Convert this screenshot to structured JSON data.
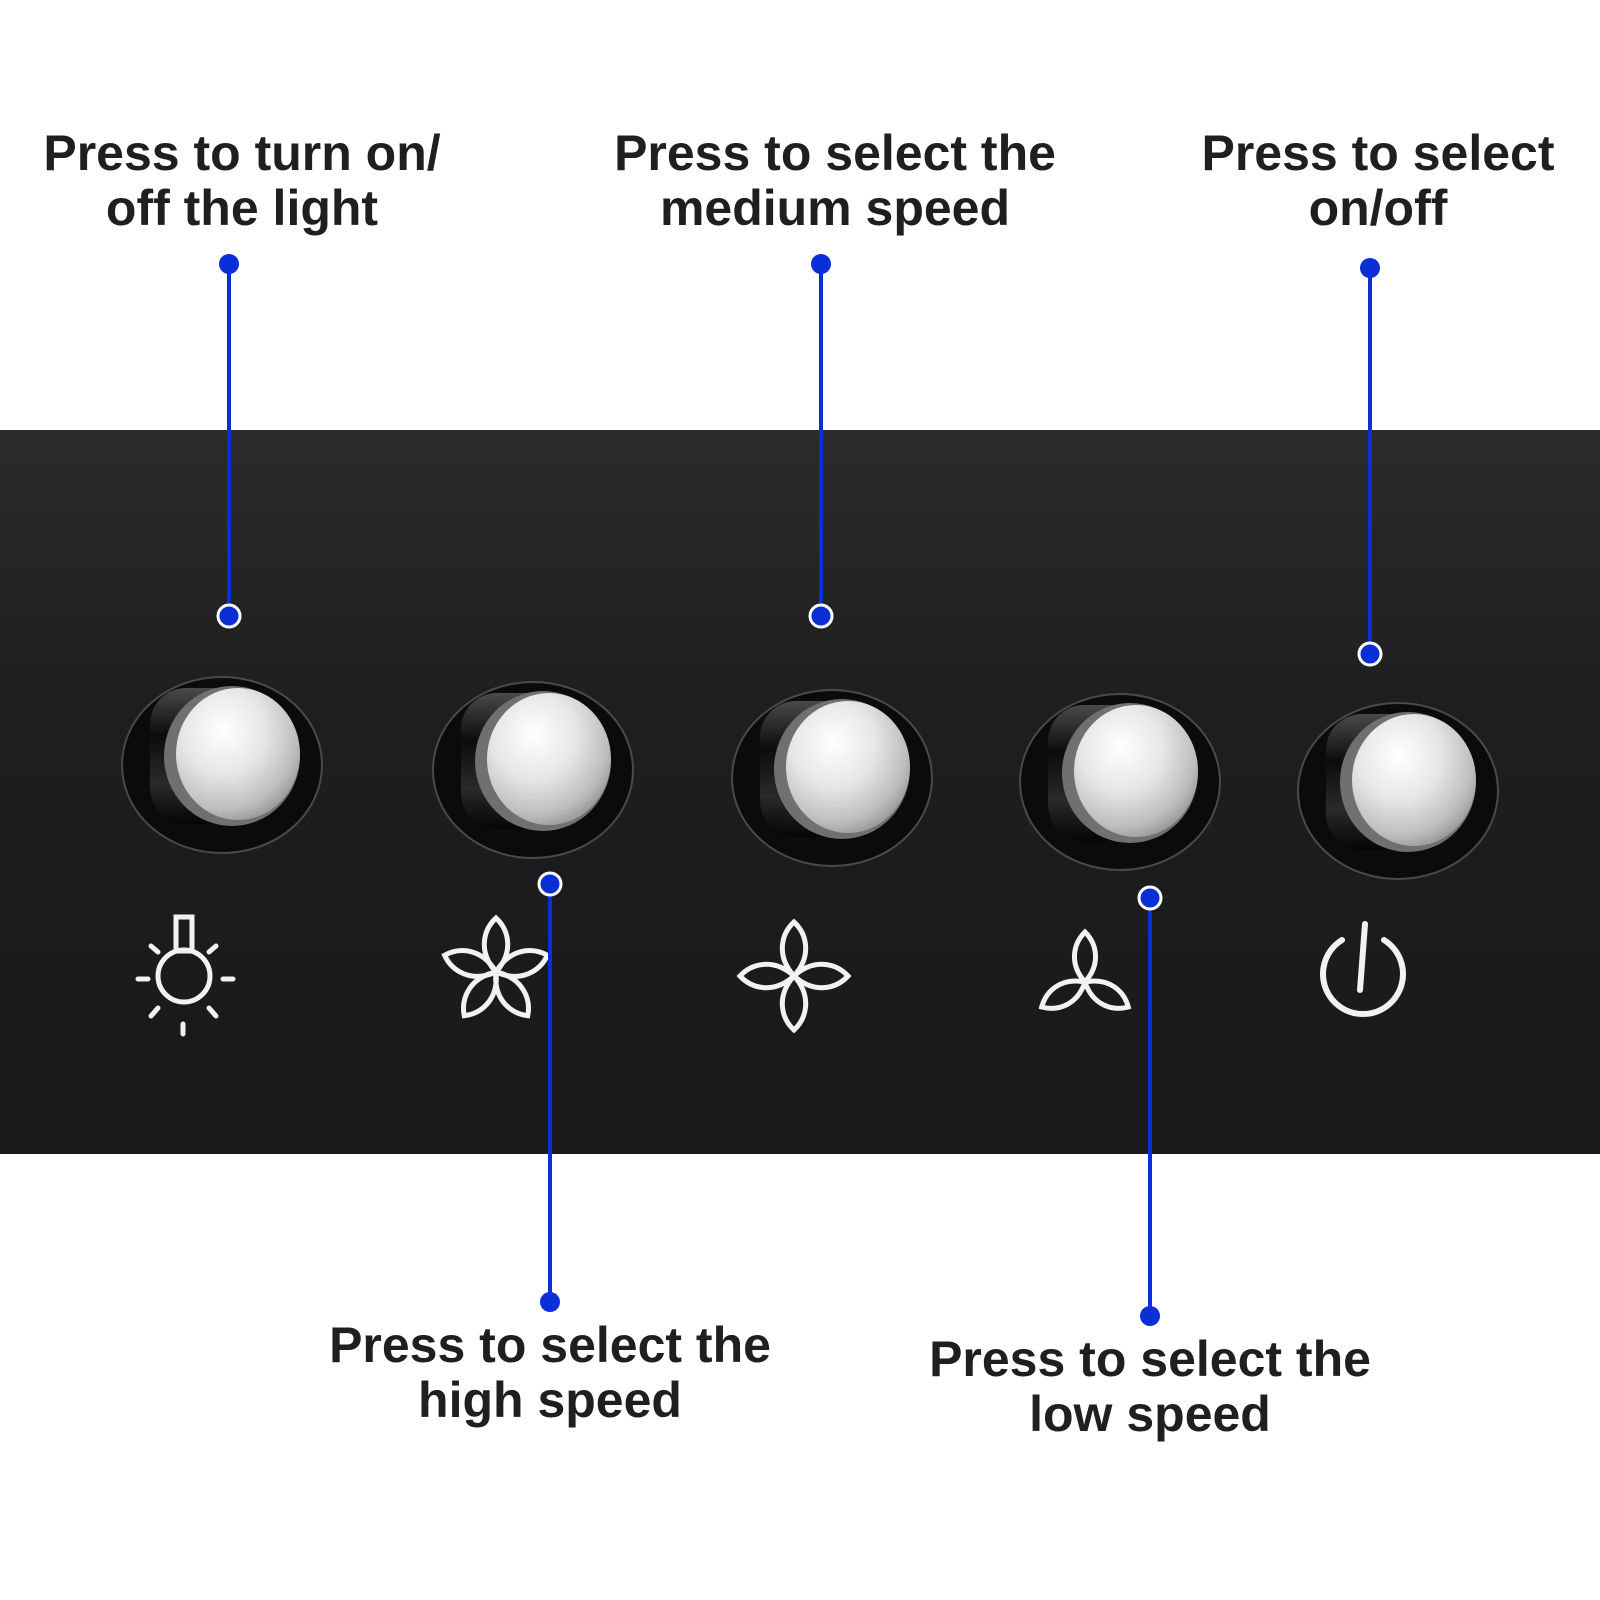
{
  "callouts": {
    "light": {
      "line1": "Press to turn on/",
      "line2": "off the light"
    },
    "medium": {
      "line1": "Press to select the",
      "line2": "medium speed"
    },
    "power": {
      "line1": "Press to select",
      "line2": "on/off"
    },
    "high": {
      "line1": "Press to select the",
      "line2": "high speed"
    },
    "low": {
      "line1": "Press to select the",
      "line2": "low speed"
    }
  },
  "buttons": [
    {
      "name": "light-button",
      "icon": "light-bulb-icon"
    },
    {
      "name": "high-speed-button",
      "icon": "fan-five-blade-icon"
    },
    {
      "name": "medium-speed-button",
      "icon": "fan-four-blade-icon"
    },
    {
      "name": "low-speed-button",
      "icon": "fan-three-blade-icon"
    },
    {
      "name": "power-button",
      "icon": "power-icon"
    }
  ],
  "colors": {
    "callout_line": "#0a2fd6",
    "panel": "#1e1e20",
    "caption_text": "#1f1f22",
    "icon": "#f2f2f2"
  }
}
